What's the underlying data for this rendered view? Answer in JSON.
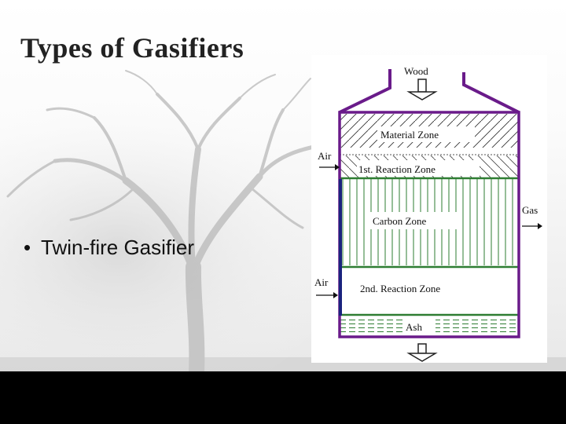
{
  "slide": {
    "title": "Types of Gasifiers",
    "bullets": [
      {
        "marker": "•",
        "text": "Twin-fire Gasifier"
      }
    ]
  },
  "diagram": {
    "inlet_label": "Wood",
    "zones": [
      {
        "label": "Material Zone"
      },
      {
        "label": "1st. Reaction Zone"
      },
      {
        "label": "Carbon Zone"
      },
      {
        "label": "2nd. Reaction Zone"
      },
      {
        "label": "Ash"
      }
    ],
    "air_inlet_upper": "Air",
    "air_inlet_lower": "Air",
    "gas_outlet": "Gas",
    "colors": {
      "vessel_outline": "#6a1b8a",
      "zone_divider": "#2e7d32",
      "left_wall": "#1a237e"
    }
  },
  "theme": {
    "footer_bar_color": "#000000",
    "title_color": "#222222"
  }
}
